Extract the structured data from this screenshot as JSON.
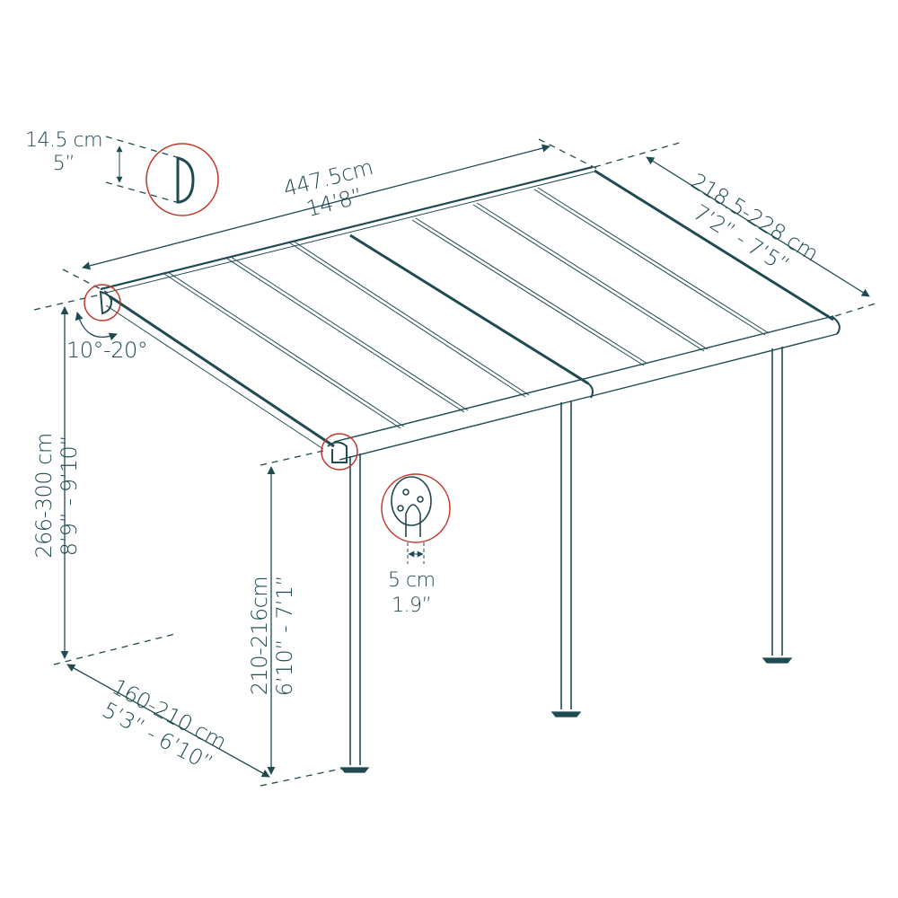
{
  "diagram": {
    "subject": "Wall-mounted patio cover / pergola dimension drawing",
    "colors": {
      "line": "#1f4a52",
      "callout_circle": "#c0392b",
      "background": "#ffffff"
    },
    "dimensions": {
      "gutter_profile_height": {
        "metric": "14.5 cm",
        "imperial": "5”"
      },
      "length": {
        "metric": "447.5cm",
        "imperial": "14’8”"
      },
      "depth": {
        "metric": "218.5-228 cm",
        "imperial": "7’2” - 7’5”"
      },
      "roof_pitch": {
        "value": "10°-20°"
      },
      "wall_mount_height": {
        "metric": "266-300 cm",
        "imperial": "8’9” - 9’10”"
      },
      "front_clearance_height": {
        "metric": "210-216cm",
        "imperial": "6’10” - 7’1”"
      },
      "post_projection": {
        "metric": "160-210 cm",
        "imperial": "5’3” - 6’10”"
      },
      "post_width": {
        "metric": "5 cm",
        "imperial": "1.9”"
      }
    },
    "callouts": [
      {
        "name": "gutter-profile-detail"
      },
      {
        "name": "wall-bracket-detail"
      },
      {
        "name": "post-connector-detail"
      },
      {
        "name": "post-bracket-detail"
      }
    ],
    "structure": {
      "roof_panels": 8,
      "posts": 3
    }
  }
}
